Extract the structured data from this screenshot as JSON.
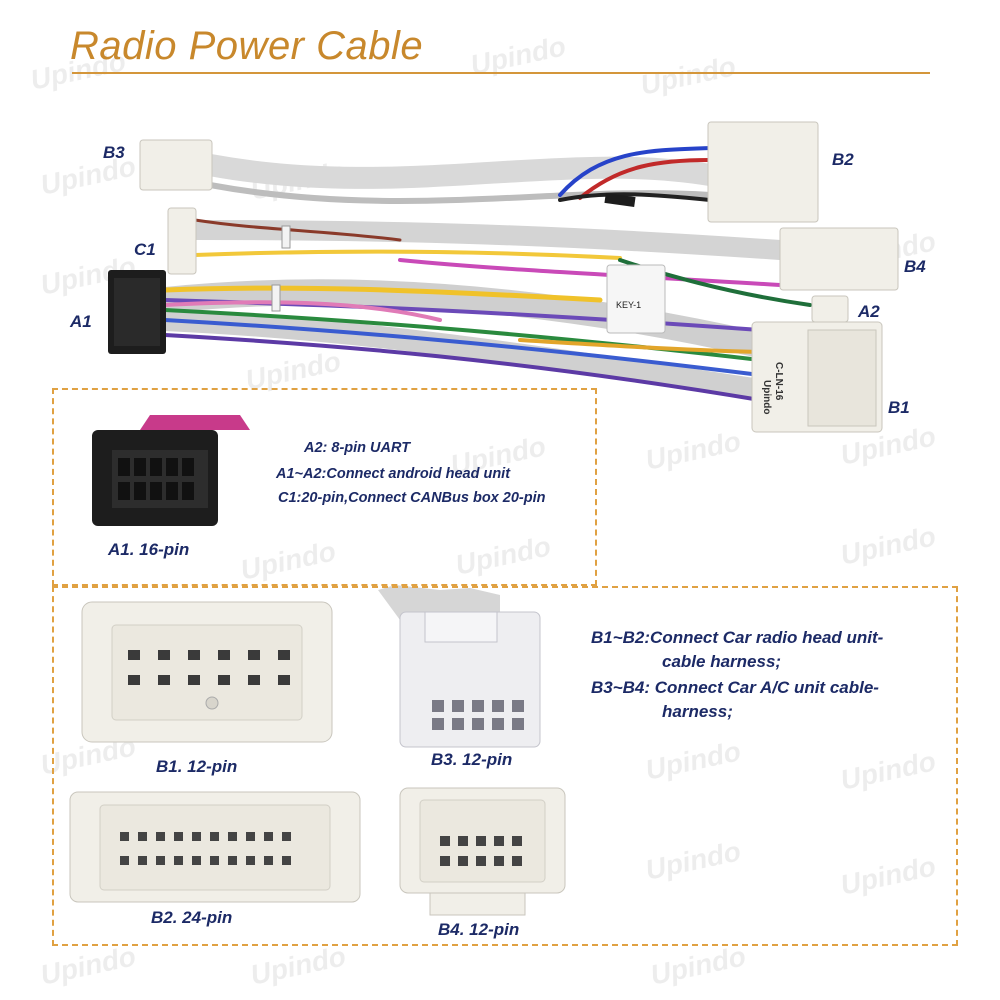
{
  "title": "Radio Power Cable",
  "watermark": "Upindo",
  "connector_labels": {
    "b3": "B3",
    "b2": "B2",
    "c1": "C1",
    "b4": "B4",
    "a1": "A1",
    "a2": "A2",
    "b1": "B1"
  },
  "tags": {
    "key": "KEY-1",
    "module_brand": "Upindo",
    "module_code": "C-LN-16"
  },
  "notes_a": [
    "A2: 8-pin UART",
    "A1~A2:Connect android head unit",
    "C1:20-pin,Connect CANBus box 20-pin"
  ],
  "captions": {
    "a1": "A1. 16-pin",
    "b1": "B1. 12-pin",
    "b2": "B2. 24-pin",
    "b3": "B3. 12-pin",
    "b4": "B4. 12-pin"
  },
  "notes_b": [
    "B1~B2:Connect Car radio head unit-",
    "cable harness;",
    "B3~B4: Connect Car  A/C unit cable-",
    "harness;"
  ],
  "colors": {
    "title": "#c8882c",
    "label": "#1c2a66",
    "dashed_border": "#e0a142",
    "connector_white": "#f1efe8",
    "connector_black": "#1d1d1d"
  }
}
